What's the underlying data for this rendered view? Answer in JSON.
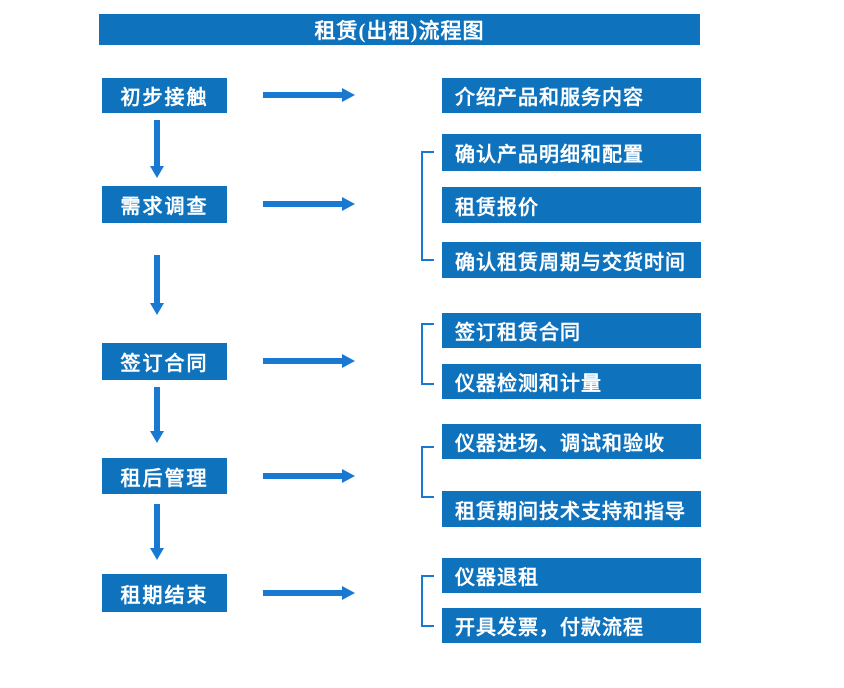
{
  "title": "租赁(出租)流程图",
  "colors": {
    "box_blue": "#0E72BD",
    "arrow_blue": "#1878D2",
    "text_white": "#FFFFFF"
  },
  "steps": [
    {
      "label": "初步接触",
      "details": [
        "介绍产品和服务内容"
      ]
    },
    {
      "label": "需求调查",
      "details": [
        "确认产品明细和配置",
        "租赁报价",
        "确认租赁周期与交货时间"
      ]
    },
    {
      "label": "签订合同",
      "details": [
        "签订租赁合同",
        "仪器检测和计量"
      ]
    },
    {
      "label": "租后管理",
      "details": [
        "仪器进场、调试和验收",
        "租赁期间技术支持和指导"
      ]
    },
    {
      "label": "租期结束",
      "details": [
        "仪器退租",
        "开具发票，付款流程"
      ]
    }
  ]
}
